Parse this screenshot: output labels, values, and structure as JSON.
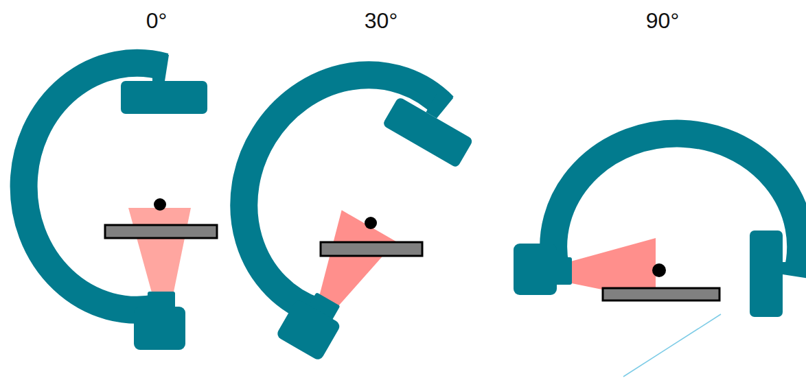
{
  "diagram": {
    "labels": [
      "0°",
      "30°",
      "90°"
    ]
  }
}
